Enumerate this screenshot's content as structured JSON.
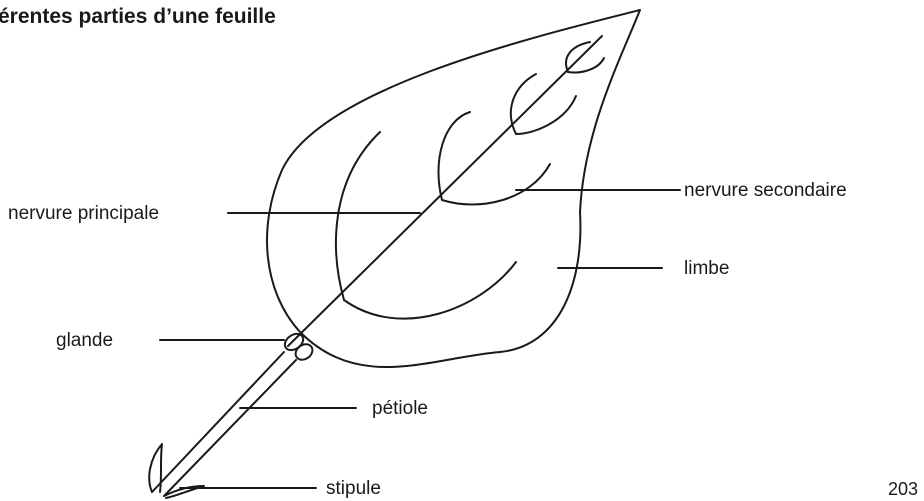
{
  "title": "érentes parties d’une feuille",
  "labels": {
    "nervure_principale": "nervure principale",
    "nervure_secondaire": "nervure secondaire",
    "limbe": "limbe",
    "glande": "glande",
    "petiole": "pétiole",
    "stipule": "stipule"
  },
  "page_number": "203",
  "colors": {
    "ink": "#1a1a1a",
    "background": "#ffffff"
  }
}
